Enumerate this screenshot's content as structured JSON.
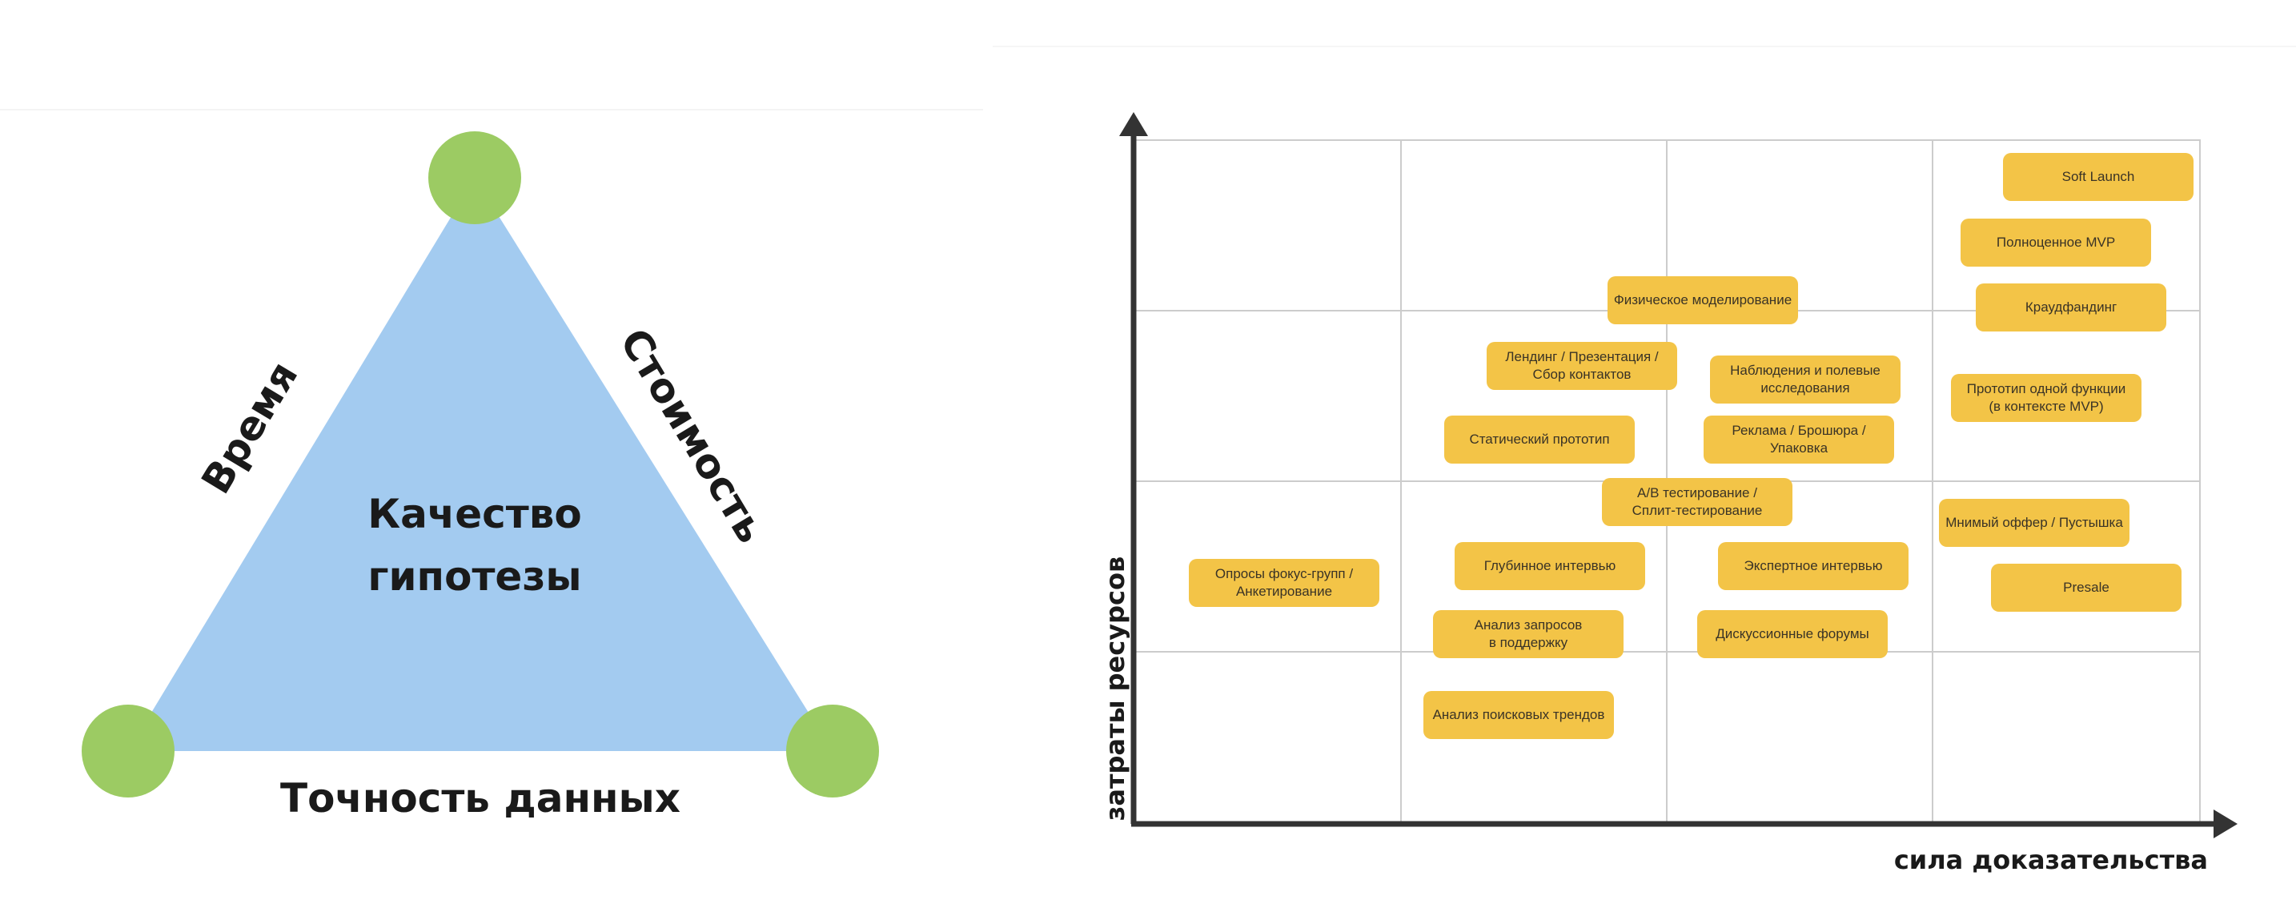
{
  "triangle_diagram": {
    "center_label_line1": "Качество",
    "center_label_line2": "гипотезы",
    "left_side_label": "Время",
    "right_side_label": "Стоимость",
    "bottom_side_label": "Точность данных",
    "colors": {
      "triangle_fill": "#a3cbf0",
      "vertex_fill": "#9ccb63"
    }
  },
  "matrix": {
    "y_axis_label": "затраты ресурсов",
    "x_axis_label": "сила доказательства",
    "colors": {
      "card_fill": "#f3c447",
      "grid": "#cccccc",
      "axis": "#333333"
    },
    "cards": [
      {
        "id": "soft-launch",
        "text": "Soft Launch"
      },
      {
        "id": "full-mvp",
        "text": "Полноценное MVP"
      },
      {
        "id": "crowdfunding",
        "text": "Краудфандинг"
      },
      {
        "id": "physical-modeling",
        "text": "Физическое моделирование"
      },
      {
        "id": "landing",
        "text": "Лендинг / Презентация /\nСбор контактов"
      },
      {
        "id": "observations",
        "text": "Наблюдения и полевые\nисследования"
      },
      {
        "id": "single-feature-prototype",
        "text": "Прототип одной функции\n(в контексте MVP)"
      },
      {
        "id": "static-prototype",
        "text": "Статический прототип"
      },
      {
        "id": "ads",
        "text": "Реклама / Брошюра /\nУпаковка"
      },
      {
        "id": "ab-testing",
        "text": "A/B тестирование /\nСплит-тестирование"
      },
      {
        "id": "fake-offer",
        "text": "Мнимый оффер / Пустышка"
      },
      {
        "id": "in-depth-interview",
        "text": "Глубинное интервью"
      },
      {
        "id": "expert-interview",
        "text": "Экспертное интервью"
      },
      {
        "id": "focus-groups",
        "text": "Опросы фокус-групп /\nАнкетирование"
      },
      {
        "id": "presale",
        "text": "Presale"
      },
      {
        "id": "support-requests",
        "text": "Анализ запросов\nв поддержку"
      },
      {
        "id": "discussion-forums",
        "text": "Дискуссионные форумы"
      },
      {
        "id": "search-trends",
        "text": "Анализ поисковых трендов"
      }
    ]
  }
}
